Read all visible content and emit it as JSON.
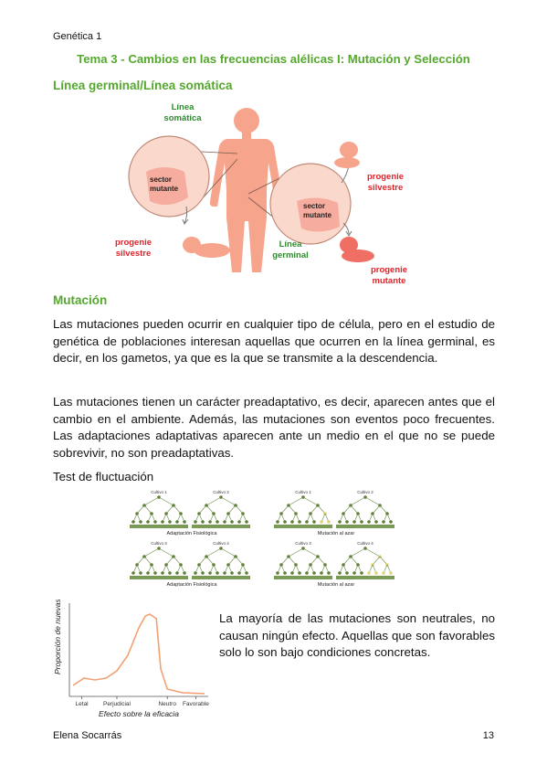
{
  "header": "Genética 1",
  "title": "Tema 3 - Cambios en las frecuencias alélicas I: Mutación y Selección",
  "section1": "Línea germinal/Línea somática",
  "figure1": {
    "linea_somatica": [
      "Línea",
      "somática"
    ],
    "linea_germinal": [
      "Línea",
      "germinal"
    ],
    "sector_mutante_left": [
      "sector",
      "mutante"
    ],
    "sector_mutante_right": [
      "sector",
      "mutante"
    ],
    "progenie_silvestre_left": [
      "progenie",
      "silvestre"
    ],
    "progenie_silvestre_right": [
      "progenie",
      "silvestre"
    ],
    "progenie_mutante": [
      "progenie",
      "mutante"
    ],
    "colors": {
      "green": "#2e8b2e",
      "red": "#e0242b",
      "skin": "#f6a48c",
      "circle": "#fbd8cc"
    }
  },
  "section2": "Mutación",
  "para1": "Las mutaciones pueden ocurrir en cualquier tipo de célula, pero en el estudio de genética de poblaciones interesan aquellas que ocurren en la línea germinal, es decir, en los gametos, ya que es la que se transmite a la descendencia.",
  "para2": "Las mutaciones tienen un carácter preadaptativo, es decir, aparecen antes que el cambio en el ambiente. Además, las mutaciones son eventos poco frecuentes. Las adaptaciones adaptativas aparecen ante un medio en el que no se puede sobrevivir, no son preadaptativas.",
  "test_label": "Test de fluctuación",
  "figure2": {
    "left_top_cultivos": [
      "Cultivo 1",
      "Cultivo 2"
    ],
    "left_top_caption": "Adaptación Fisiológica",
    "left_bottom_cultivos": [
      "Cultivo 3",
      "Cultivo 4"
    ],
    "left_bottom_caption": "Adaptación Fisiológica",
    "right_top_cultivos": [
      "Cultivo 1",
      "Cultivo 2"
    ],
    "right_top_caption": "Mutación al azar",
    "right_bottom_cultivos": [
      "Cultivo 3",
      "Cultivo 4"
    ],
    "right_bottom_caption": "Mutación al azar"
  },
  "chart_data": {
    "type": "line",
    "ylabel": "Proporción de nuevas mutaciones",
    "xlabel": "Efecto sobre la eficacia",
    "categories": [
      "Letal",
      "Perjudicial",
      "Neutro",
      "Favorable"
    ],
    "x": [
      0,
      0.5,
      1,
      1.5,
      2,
      2.5,
      3,
      3.3,
      3.5,
      3.8,
      4,
      4.3,
      5,
      6
    ],
    "y": [
      0.12,
      0.2,
      0.18,
      0.2,
      0.28,
      0.45,
      0.75,
      0.88,
      0.9,
      0.85,
      0.3,
      0.08,
      0.04,
      0.03
    ]
  },
  "para3": "La mayoría de las mutaciones son neutrales, no causan ningún efecto. Aquellas que son favorables solo lo son bajo condiciones concretas.",
  "footer_left": "Elena Socarrás",
  "footer_right": "13"
}
